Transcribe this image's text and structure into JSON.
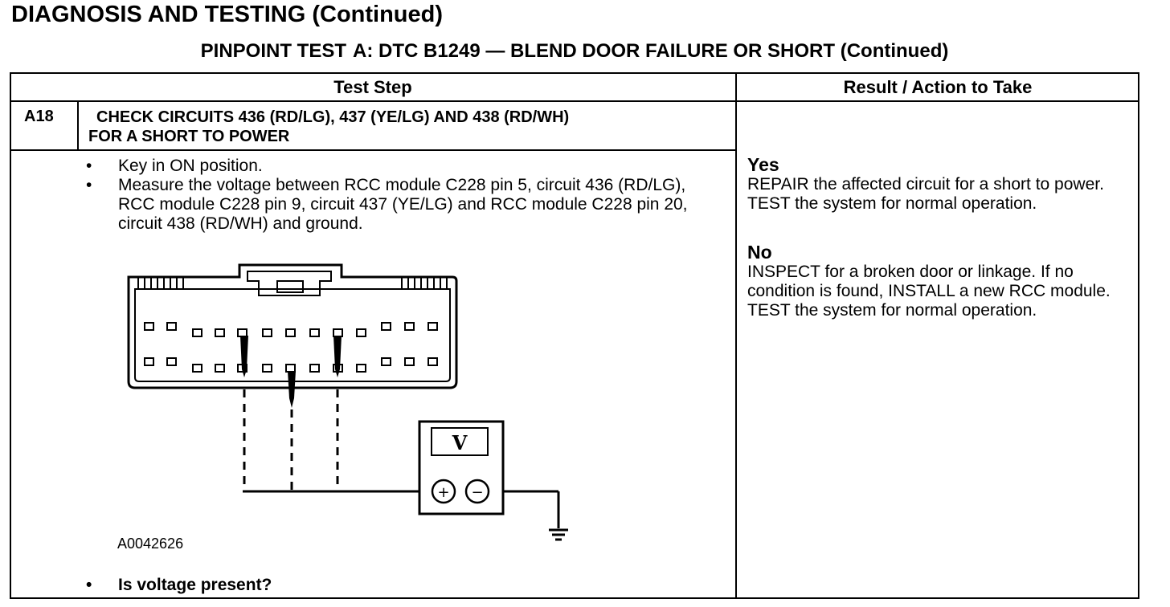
{
  "header": {
    "title": "DIAGNOSIS AND TESTING (Continued)",
    "subtitle_prefix": "PINPOINT TEST",
    "subtitle_rest": "A: DTC B1249 — BLEND DOOR FAILURE OR SHORT (Continued)"
  },
  "table": {
    "col_step": "Test Step",
    "col_result": "Result / Action to Take",
    "step_id": "A18",
    "step_title_line1": "CHECK CIRCUITS 436 (RD/LG), 437 (YE/LG) AND 438 (RD/WH)",
    "step_title_line2": "FOR A SHORT TO POWER",
    "bullets": [
      "Key in ON position.",
      "Measure the voltage between RCC module C228 pin 5, circuit 436 (RD/LG), RCC module C228 pin 9, circuit 437 (YE/LG) and RCC module C228 pin 20, circuit 438 (RD/WH) and ground."
    ],
    "bullet_symbol": "•",
    "figure_id": "A0042626",
    "question": "Is voltage present?",
    "yes_label": "Yes",
    "yes_text": "REPAIR the affected circuit for a short to power. TEST the system for normal operation.",
    "no_label": "No",
    "no_text": "INSPECT for a broken door or linkage. If no condition is found, INSTALL a new RCC module. TEST the system for normal operation."
  },
  "diagram": {
    "meter_symbol": "V",
    "plus_symbol": "+",
    "minus_symbol": "−"
  }
}
